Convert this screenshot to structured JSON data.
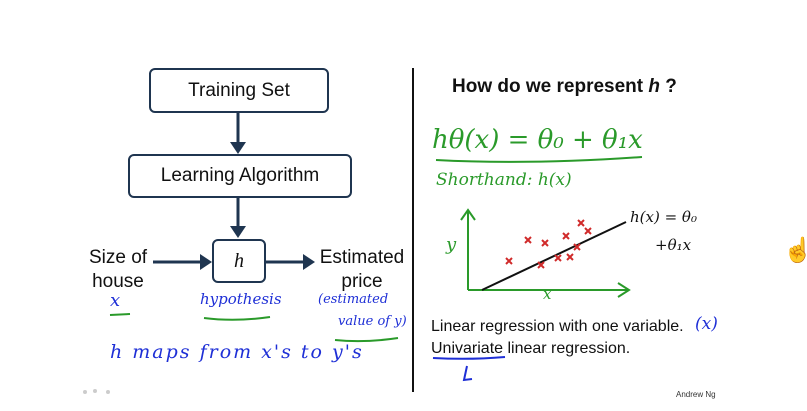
{
  "diagram": {
    "training_set": "Training Set",
    "learning_algorithm": "Learning Algorithm",
    "h": "h",
    "input_label_1": "Size of",
    "input_label_2": "house",
    "output_label_1": "Estimated",
    "output_label_2": "price"
  },
  "annotations": {
    "x_note": "x",
    "hypothesis_note": "hypothesis",
    "estimated_note_1": "(estimated",
    "estimated_note_2": "value of y)",
    "maps_note": "h maps from x's to y's"
  },
  "right": {
    "title_text": "How do we represent ",
    "title_h": "h",
    "title_q": " ?",
    "hypothesis_formula": "hθ(x) = θ₀ + θ₁x",
    "shorthand": "Shorthand: h(x)",
    "plot_y": "y",
    "plot_x": "x",
    "plot_label_1": "h(x) = θ₀",
    "plot_label_2": "+θ₁x",
    "linear_regression": "Linear regression with one variable.",
    "linear_regression_note": "(x)",
    "univariate": "Univariate linear regression."
  },
  "footer": "Andrew Ng"
}
